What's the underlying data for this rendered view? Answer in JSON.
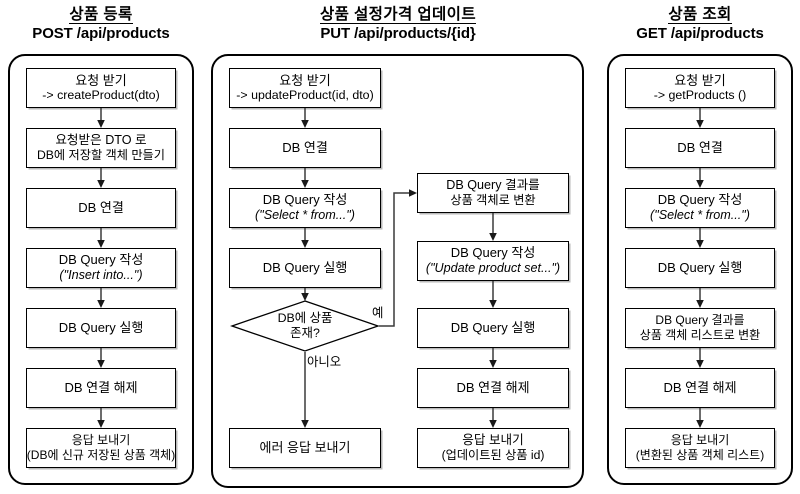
{
  "diagram": {
    "type": "flowchart",
    "title_underline": true,
    "columns": [
      {
        "id": "create",
        "heading_title": "상품 등록",
        "heading_endpoint": "POST /api/products",
        "nodes": [
          {
            "id": "c1",
            "shape": "process",
            "line1": "요청 받기",
            "line2": "-> createProduct(dto)"
          },
          {
            "id": "c2",
            "shape": "process",
            "line1": "요청받은 DTO 로",
            "line2": "DB에 저장할 객체 만들기"
          },
          {
            "id": "c3",
            "shape": "process",
            "line1": "DB 연결",
            "line2": ""
          },
          {
            "id": "c4",
            "shape": "process",
            "line1": "DB Query 작성",
            "line2": "(\"Insert into...\")",
            "italic2": true
          },
          {
            "id": "c5",
            "shape": "process",
            "line1": "DB Query 실행",
            "line2": ""
          },
          {
            "id": "c6",
            "shape": "process",
            "line1": "DB 연결 해제",
            "line2": ""
          },
          {
            "id": "c7",
            "shape": "process",
            "line1": "응답 보내기",
            "line2": "(DB에 신규 저장된 상품 객체)"
          }
        ]
      },
      {
        "id": "update",
        "heading_title": "상품 설정가격 업데이트",
        "heading_endpoint": "PUT /api/products/{id}",
        "nodes": [
          {
            "id": "u1",
            "shape": "process",
            "line1": "요청 받기",
            "line2": "-> updateProduct(id, dto)"
          },
          {
            "id": "u2",
            "shape": "process",
            "line1": "DB 연결",
            "line2": ""
          },
          {
            "id": "u3",
            "shape": "process",
            "line1": "DB Query 작성",
            "line2": "(\"Select * from...\")",
            "italic2": true
          },
          {
            "id": "u4",
            "shape": "process",
            "line1": "DB Query 실행",
            "line2": ""
          },
          {
            "id": "u5",
            "shape": "decision",
            "line1": "DB에 상품",
            "line2": "존재?"
          },
          {
            "id": "u6",
            "shape": "process",
            "line1": "에러 응답 보내기",
            "line2": ""
          },
          {
            "id": "u7",
            "shape": "process",
            "line1": "DB Query 결과를",
            "line2": "상품 객체로 변환"
          },
          {
            "id": "u8",
            "shape": "process",
            "line1": "DB Query 작성",
            "line2": "(\"Update product set...\")",
            "italic2": true
          },
          {
            "id": "u9",
            "shape": "process",
            "line1": "DB Query 실행",
            "line2": ""
          },
          {
            "id": "u10",
            "shape": "process",
            "line1": "DB 연결 해제",
            "line2": ""
          },
          {
            "id": "u11",
            "shape": "process",
            "line1": "응답 보내기",
            "line2": "(업데이트된 상품 id)"
          }
        ],
        "edge_labels": {
          "yes": "예",
          "no": "아니오"
        }
      },
      {
        "id": "read",
        "heading_title": "상품 조회",
        "heading_endpoint": "GET /api/products",
        "nodes": [
          {
            "id": "r1",
            "shape": "process",
            "line1": "요청 받기",
            "line2": "-> getProducts ()"
          },
          {
            "id": "r2",
            "shape": "process",
            "line1": "DB 연결",
            "line2": ""
          },
          {
            "id": "r3",
            "shape": "process",
            "line1": "DB Query 작성",
            "line2": "(\"Select * from...\")",
            "italic2": true
          },
          {
            "id": "r4",
            "shape": "process",
            "line1": "DB Query 실행",
            "line2": ""
          },
          {
            "id": "r5",
            "shape": "process",
            "line1": "DB Query 결과를",
            "line2": "상품 객체 리스트로 변환"
          },
          {
            "id": "r6",
            "shape": "process",
            "line1": "DB 연결 해제",
            "line2": ""
          },
          {
            "id": "r7",
            "shape": "process",
            "line1": "응답 보내기",
            "line2": "(변환된 상품 객체 리스트)"
          }
        ]
      }
    ],
    "colors": {
      "background": "#ffffff",
      "stroke": "#000000",
      "connector": "#3a3a3a",
      "node_fill": "#ffffff"
    }
  }
}
